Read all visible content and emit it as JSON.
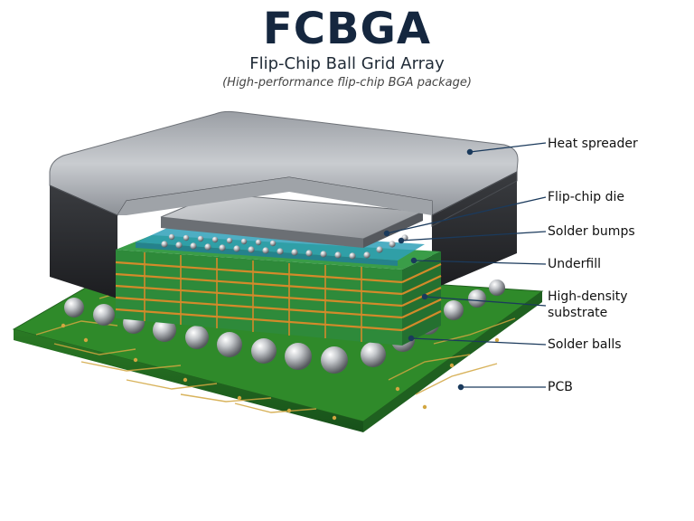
{
  "header": {
    "title": "FCBGA",
    "subtitle": "Flip-Chip Ball Grid Array",
    "note": "(High-performance flip-chip BGA package)"
  },
  "labels": {
    "heat_spreader": "Heat spreader",
    "die": "Flip-chip die",
    "bumps": "Solder bumps",
    "underfill": "Underfill",
    "substrate_line1": "High-density",
    "substrate_line2": "substrate",
    "balls": "Solder balls",
    "pcb": "PCB"
  },
  "colors": {
    "title": "#15273f",
    "leader": "#1b3a5c",
    "pcb": "#2f8a2a",
    "substrate": "#2e8a3a",
    "copper": "#d38a2a",
    "underfill": "#2fa0b8",
    "metal": "#b8bcc2"
  }
}
